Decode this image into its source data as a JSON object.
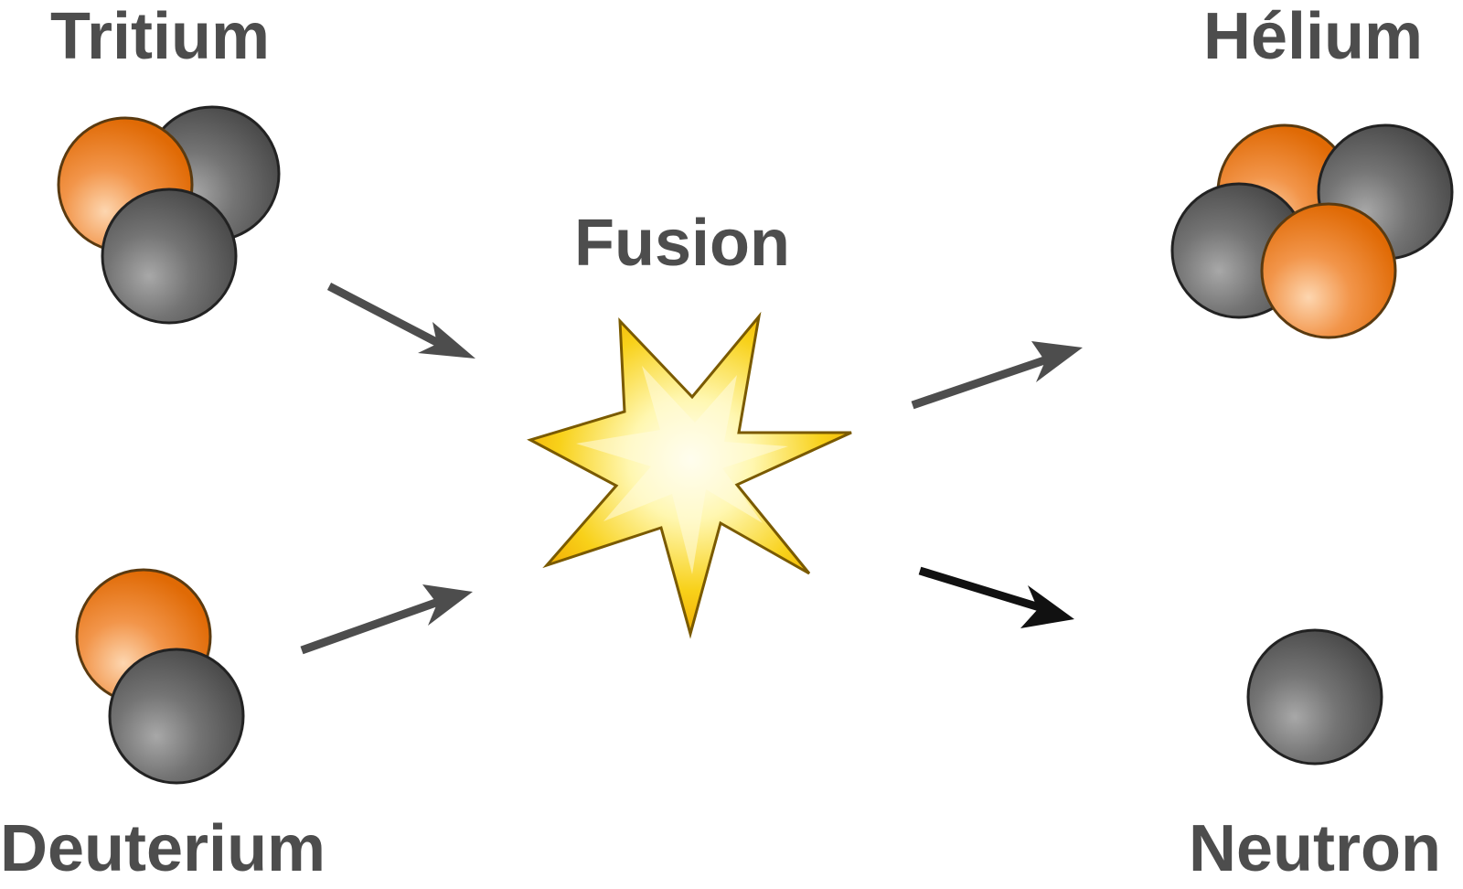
{
  "labels": {
    "tritium": "Tritium",
    "deuterium": "Deuterium",
    "fusion": "Fusion",
    "helium": "Hélium",
    "neutron": "Neutron"
  },
  "colors": {
    "proton": "#e8730f",
    "neutron": "#595959",
    "outline": "#222222",
    "arrow": "#4d4d4d",
    "arrow_neutron": "#111111",
    "star": "#f7c10c",
    "label": "#4d4d4d"
  }
}
